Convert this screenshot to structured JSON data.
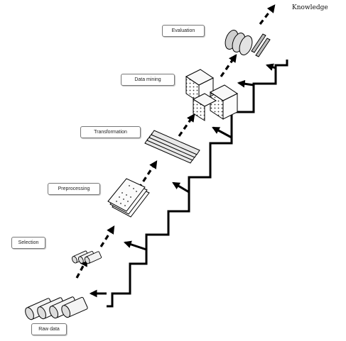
{
  "diagram": {
    "stages": [
      {
        "id": "raw-data",
        "label": "Raw data"
      },
      {
        "id": "selection",
        "label": "Selection"
      },
      {
        "id": "preprocessing",
        "label": "Preprocessing"
      },
      {
        "id": "transformation",
        "label": "Transformation"
      },
      {
        "id": "data-mining",
        "label": "Data mining"
      },
      {
        "id": "evaluation",
        "label": "Evaluation"
      }
    ],
    "result_label": "Knowledge"
  }
}
